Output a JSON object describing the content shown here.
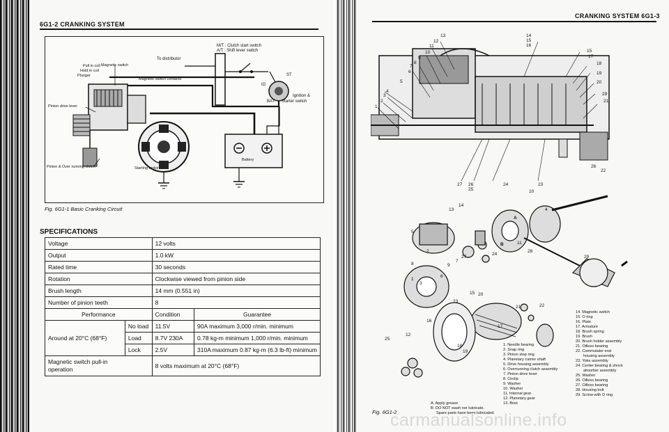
{
  "left_page": {
    "header": "6G1-2 CRANKING SYSTEM",
    "figure": {
      "caption": "Fig. 6G1-1 Basic Cranking Circuit",
      "labels": {
        "mt": "M/T : Clutch start switch",
        "at": "A/T : Shift lever switch",
        "to_distributor": "To distributor",
        "pull_in_coil": "Pull in coil",
        "magnetic_switch": "Magnetic switch",
        "hold_in_coil": "Hold in coil",
        "plunger": "Plunger",
        "contacts": "Magnetic switch contacts",
        "st": "ST",
        "ig": "IG",
        "ignition": "Ignition &",
        "bat": "BAT.",
        "starter_switch": "Starter switch",
        "pinion_drive_lever": "Pinion drive lever",
        "pinion_clutch": "Pinion & Over running clutch",
        "starting_motor": "Starting motor",
        "battery": "Battery"
      }
    },
    "specs": {
      "title": "SPECIFICATIONS",
      "rows": [
        {
          "label": "Voltage",
          "value": "12 volts"
        },
        {
          "label": "Output",
          "value": "1.0 kW"
        },
        {
          "label": "Rated time",
          "value": "30 seconds"
        },
        {
          "label": "Rotation",
          "value": "Clockwise viewed from pinion side"
        },
        {
          "label": "Brush length",
          "value": "14 mm (0.551 in)"
        },
        {
          "label": "Number of pinion teeth",
          "value": "8"
        }
      ],
      "performance": {
        "label": "Performance",
        "condition_header": "Condition",
        "guarantee_header": "Guarantee",
        "group_label": "Around at 20°C (68°F)",
        "rows": [
          {
            "state": "No load",
            "condition": "11.5V",
            "guarantee": "90A maximum 3,000 r/min. minimum"
          },
          {
            "state": "Load",
            "condition": "8.7V 230A",
            "guarantee": "0.78 kg-m minimum 1,000 r/min. minimum"
          },
          {
            "state": "Lock",
            "condition": "2.5V",
            "guarantee": "310A maximum 0.87 kg-m (6.3 lb-ft) minimum"
          }
        ]
      },
      "pull_in": {
        "label_line1": "Magnetic switch pull-in",
        "label_line2": "operation",
        "value": "8 volts maximum at 20°C (68°F)"
      }
    }
  },
  "right_page": {
    "header": "CRANKING SYSTEM 6G1-3",
    "caption": "Fig. 6G1-2",
    "section_callouts": [
      "13",
      "12",
      "11",
      "10",
      "14 15 16",
      "15",
      "17",
      "18",
      "19",
      "20",
      "29",
      "21",
      "26",
      "22",
      "9",
      "8",
      "7",
      "6",
      "5",
      "3",
      "4",
      "2",
      "1",
      "27",
      "26 25",
      "24",
      "23"
    ],
    "exploded_callouts": [
      "14",
      "13",
      "10",
      "4",
      "5",
      "11",
      "28",
      "2",
      "27",
      "24",
      "8",
      "9",
      "7",
      "1",
      "6",
      "3",
      "29",
      "15",
      "20",
      "23",
      "21",
      "22",
      "16",
      "17",
      "12",
      "18",
      "19",
      "25"
    ],
    "markers": {
      "a": "A",
      "b": "B"
    },
    "notes": [
      "A: Apply grease",
      "B: DO NOT wash nor lubricate.",
      "Spare parts have been lubricated."
    ],
    "legend_left": [
      "1.  Needle bearing",
      "2.  Snap ring",
      "3.  Pinion stop ring",
      "4.  Planetary carrier shaft",
      "5.  Drive housing assembly",
      "6.  Overrunning clutch assembly",
      "7.  Pinion drive lever",
      "8.  Circlip",
      "9.  Washer",
      "10. Washer",
      "11. Internal gear",
      "12. Planetary gear",
      "13. Boot"
    ],
    "legend_right": [
      "14. Magnetic switch",
      "15. O ring",
      "16. Plate",
      "17. Armature",
      "18. Brush spring",
      "19. Brush",
      "20. Brush holder assembly",
      "21. Oilless bearing",
      "22. Commutator end",
      "housing assembly",
      "23. Yoke assembly",
      "24. Center bearing & shock",
      "absorber assembly",
      "25. Washer",
      "26. Oilless bearing",
      "27. Oilless bearing",
      "28. Housing bolt",
      "29. Screw with O ring"
    ]
  },
  "watermark": "carmanualsonline.info"
}
